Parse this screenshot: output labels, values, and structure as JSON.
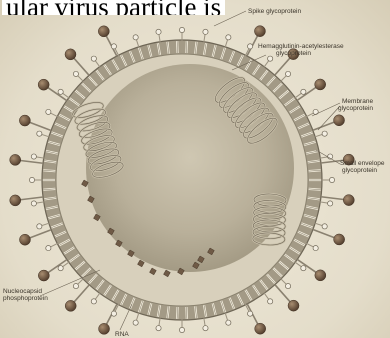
{
  "top_text": "ular virus particle is",
  "labels": {
    "spike": "Spike glycoprotein",
    "hemagglutinin_1": "Hemagglutinin-acetylesterase",
    "hemagglutinin_2": "glycoprotein",
    "membrane_1": "Membrane",
    "membrane_2": "glycoprotein",
    "small_envelope_1": "Small envelope",
    "small_envelope_2": "glycoprotein",
    "nucleocapsid_1": "Nucleocapsid",
    "nucleocapsid_2": "phosphoprotein",
    "rna": "RNA"
  },
  "colors": {
    "membrane": "#8a826f",
    "spike_head": "#6b5440",
    "interior": "#bdb49f",
    "label_line": "#6a6152"
  }
}
